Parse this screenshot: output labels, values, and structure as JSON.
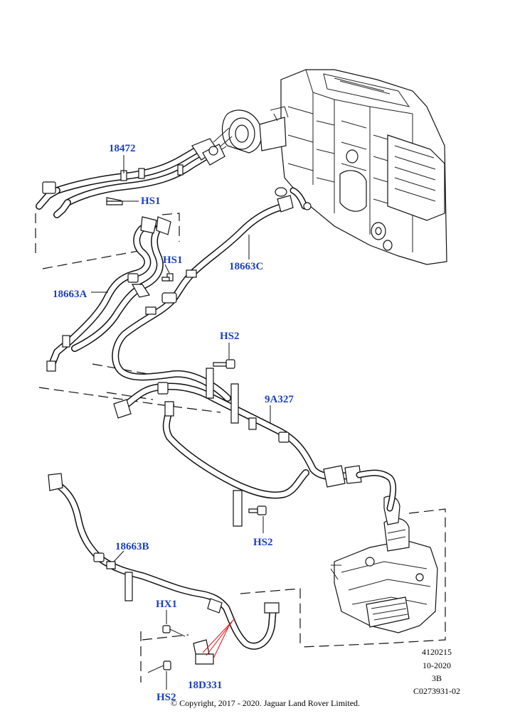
{
  "callouts": {
    "hose_18472": "18472",
    "hs1_top": "HS1",
    "hs1_mid": "HS1",
    "hose_18663A": "18663A",
    "hose_18663C": "18663C",
    "hs2_top": "HS2",
    "pipe_9A327": "9A327",
    "hs2_mid": "HS2",
    "hose_18663B": "18663B",
    "hx1": "HX1",
    "bracket_18D331": "18D331",
    "hs2_bottom": "HS2"
  },
  "meta": {
    "diagram_id": "4120215",
    "date": "10-2020",
    "version": "3B",
    "reference": "C0273931-02"
  },
  "copyright": "© Copyright, 2017 - 2020. Jaguar Land Rover Limited.",
  "colors": {
    "callout": "#1a3fc4",
    "leader_highlight": "#dd1111",
    "lines": "#111111"
  }
}
